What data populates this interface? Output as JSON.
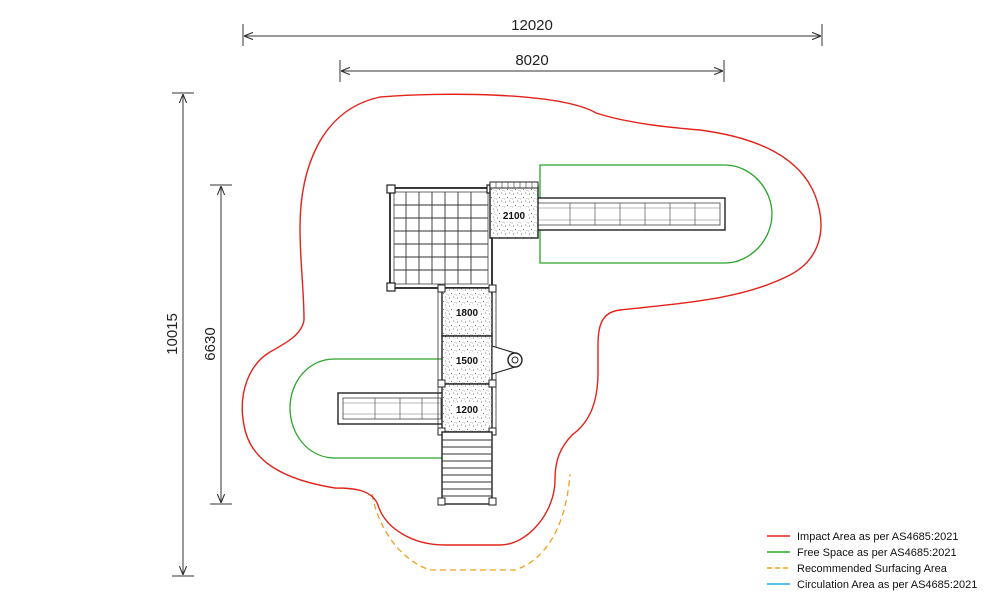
{
  "dimensions": {
    "overall_width": "12020",
    "play_width": "8020",
    "overall_length": "10015",
    "play_length": "6630"
  },
  "decks": {
    "top_right": "2100",
    "upper": "1800",
    "middle": "1500",
    "lower": "1200"
  },
  "legend": {
    "items": [
      {
        "label": "Impact Area as per AS4685:2021",
        "color": "#e2231a",
        "style": "solid"
      },
      {
        "label": "Free Space as per AS4685:2021",
        "color": "#2aa52a",
        "style": "solid"
      },
      {
        "label": "Recommended Surfacing Area",
        "color": "#f0a020",
        "style": "dashed"
      },
      {
        "label": "Circulation Area as per AS4685:2021",
        "color": "#29a9e0",
        "style": "solid"
      }
    ]
  }
}
